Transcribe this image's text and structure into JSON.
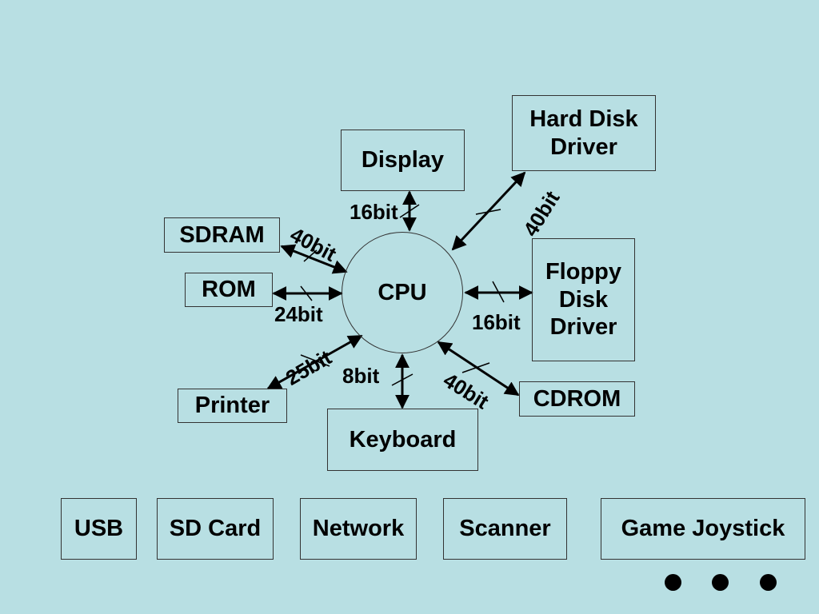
{
  "cpu": {
    "label": "CPU"
  },
  "devices": {
    "display": "Display",
    "hard_disk": "Hard Disk\nDriver",
    "sdram": "SDRAM",
    "rom": "ROM",
    "floppy": "Floppy\nDisk\nDriver",
    "printer": "Printer",
    "cdrom": "CDROM",
    "keyboard": "Keyboard"
  },
  "buses": {
    "display": "16bit",
    "hard_disk": "40bit",
    "sdram": "40bit",
    "rom": "24bit",
    "floppy": "16bit",
    "printer": "25bit",
    "keyboard": "8bit",
    "cdrom": "40bit"
  },
  "peripherals": [
    "USB",
    "SD Card",
    "Network",
    "Scanner",
    "Game Joystick"
  ],
  "ellipsis": "• • •",
  "colors": {
    "background": "#b8dfe3",
    "line": "#000000"
  }
}
